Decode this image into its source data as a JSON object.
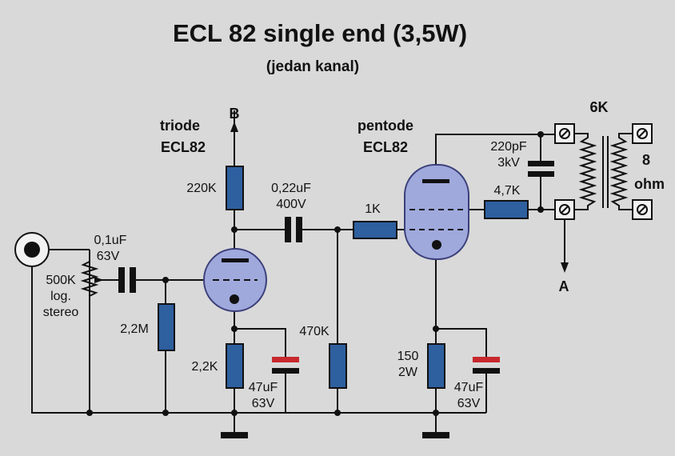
{
  "title": "ECL 82 single end (3,5W)",
  "subtitle": "(jedan kanal)",
  "colors": {
    "background": "#d9d9d9",
    "resistor": "#2e5f9e",
    "tube": "#9fa9dc",
    "electrolytic_marker": "#c8282d"
  },
  "nodes": {
    "b_plus": "B",
    "a_plus": "A"
  },
  "tubes": {
    "triode": {
      "line1": "triode",
      "line2": "ECL82"
    },
    "pentode": {
      "line1": "pentode",
      "line2": "ECL82"
    }
  },
  "components": {
    "pot": {
      "value": "500K",
      "line2": "log.",
      "line3": "stereo"
    },
    "c_in": {
      "value": "0,1uF",
      "voltage": "63V"
    },
    "r_grid": {
      "value": "2,2M"
    },
    "r_plate": {
      "value": "220K"
    },
    "c_coupling": {
      "value": "0,22uF",
      "voltage": "400V"
    },
    "r_cathode_triode": {
      "value": "2,2K"
    },
    "c_cathode_triode": {
      "value": "47uF",
      "voltage": "63V"
    },
    "r_grid_leak": {
      "value": "470K"
    },
    "r_grid_stop": {
      "value": "1K"
    },
    "r_cathode_pentode": {
      "value": "150",
      "power": "2W"
    },
    "c_cathode_pentode": {
      "value": "47uF",
      "voltage": "63V"
    },
    "c_snubber": {
      "value": "220pF",
      "voltage": "3kV"
    },
    "r_snubber": {
      "value": "4,7K"
    },
    "transformer": {
      "primary": "6K",
      "secondary_value": "8",
      "secondary_unit": "ohm"
    }
  }
}
